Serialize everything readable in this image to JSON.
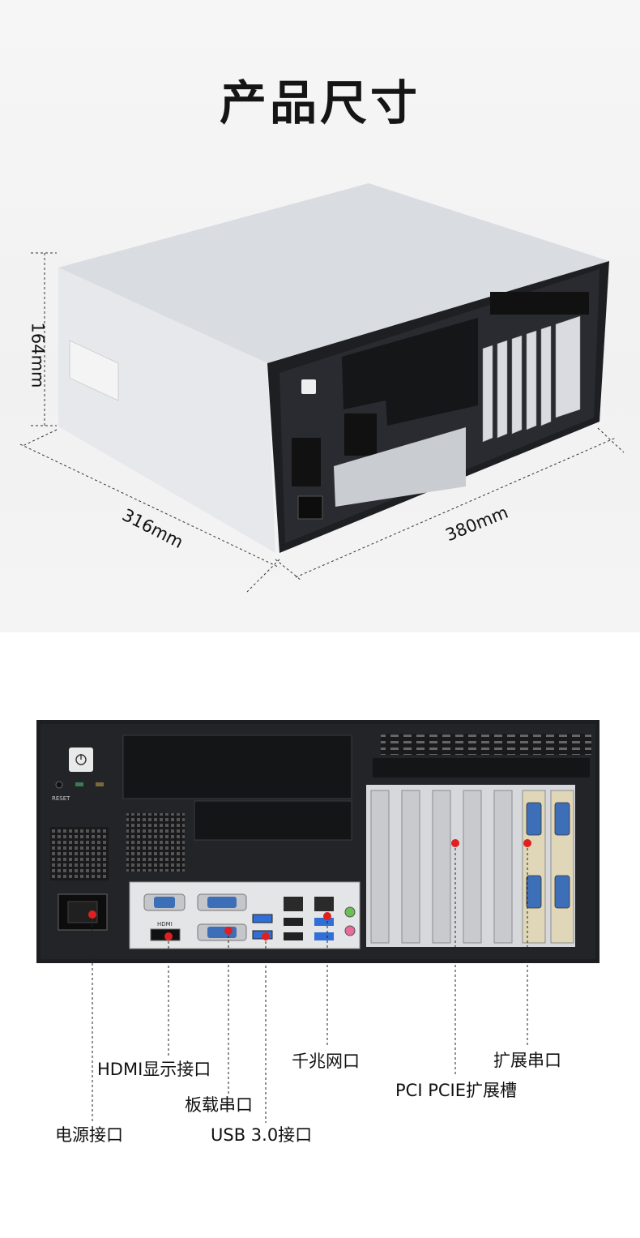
{
  "page": {
    "title": "产品尺寸"
  },
  "dimensions": {
    "height": "164mm",
    "depth": "316mm",
    "width": "380mm"
  },
  "chassis": {
    "reset_label": "RESET",
    "hdmi_label": "HDMI"
  },
  "callouts": {
    "hdmi": "HDMI显示接口",
    "onboard_serial": "板载串口",
    "power": "电源接口",
    "usb3": "USB 3.0接口",
    "gigabit_lan": "千兆网口",
    "pci_slots": "PCI PCIE扩展槽",
    "expansion_serial": "扩展串口"
  },
  "colors": {
    "chassis_dark": "#1d1e22",
    "chassis_grey": "#dcdfe3",
    "usb_blue": "#2f6fd6",
    "callout_dot": "#e02020"
  }
}
